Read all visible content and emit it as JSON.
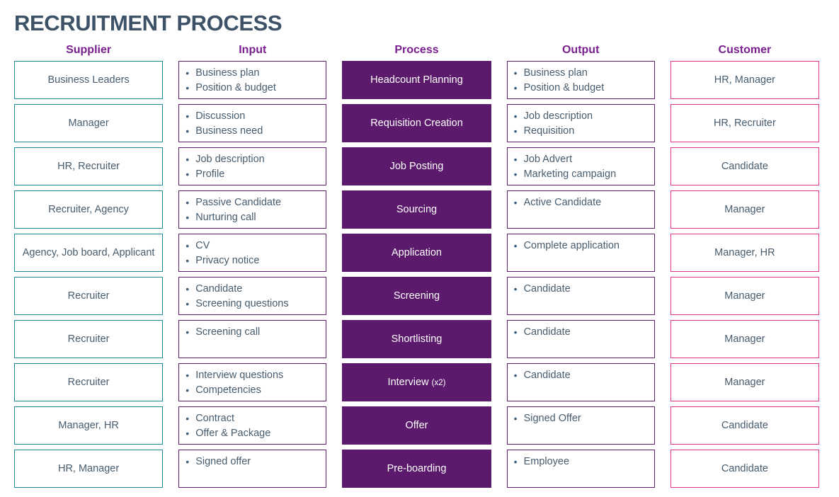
{
  "title": "RECRUITMENT PROCESS",
  "colors": {
    "title": "#3d5266",
    "column_header": "#7a1f8f",
    "supplier_border": "#1b8a96",
    "input_border": "#5f1d6b",
    "process_fill": "#5b1a6b",
    "output_border": "#5f1d6b",
    "customer_border": "#e0348a",
    "body_text": "#475c6e",
    "process_text": "#ffffff",
    "background": "#ffffff"
  },
  "bullet_glyph": "•",
  "columns": {
    "supplier": {
      "header": "Supplier",
      "cells": [
        {
          "text": "Business Leaders"
        },
        {
          "text": "Manager"
        },
        {
          "text": "HR, Recruiter"
        },
        {
          "text": "Recruiter, Agency"
        },
        {
          "text": "Agency, Job board, Applicant"
        },
        {
          "text": "Recruiter"
        },
        {
          "text": "Recruiter"
        },
        {
          "text": "Recruiter"
        },
        {
          "text": "Manager, HR"
        },
        {
          "text": "HR, Manager"
        }
      ]
    },
    "input": {
      "header": "Input",
      "cells": [
        {
          "items": [
            "Business plan",
            "Position & budget"
          ]
        },
        {
          "items": [
            "Discussion",
            "Business need"
          ]
        },
        {
          "items": [
            "Job description",
            "Profile"
          ]
        },
        {
          "items": [
            "Passive Candidate",
            "Nurturing call"
          ]
        },
        {
          "items": [
            "CV",
            "Privacy notice"
          ]
        },
        {
          "items": [
            "Candidate",
            "Screening questions"
          ]
        },
        {
          "items": [
            "Screening call"
          ]
        },
        {
          "items": [
            "Interview questions",
            "Competencies"
          ]
        },
        {
          "items": [
            "Contract",
            "Offer & Package"
          ]
        },
        {
          "items": [
            "Signed offer"
          ]
        }
      ]
    },
    "process": {
      "header": "Process",
      "cells": [
        {
          "text": "Headcount Planning",
          "suffix": ""
        },
        {
          "text": "Requisition Creation",
          "suffix": ""
        },
        {
          "text": "Job Posting",
          "suffix": ""
        },
        {
          "text": "Sourcing",
          "suffix": ""
        },
        {
          "text": "Application",
          "suffix": ""
        },
        {
          "text": "Screening",
          "suffix": ""
        },
        {
          "text": "Shortlisting",
          "suffix": ""
        },
        {
          "text": "Interview ",
          "suffix": "(x2)"
        },
        {
          "text": "Offer",
          "suffix": ""
        },
        {
          "text": "Pre-boarding",
          "suffix": ""
        }
      ]
    },
    "output": {
      "header": "Output",
      "cells": [
        {
          "items": [
            "Business plan",
            "Position & budget"
          ]
        },
        {
          "items": [
            "Job description",
            "Requisition"
          ]
        },
        {
          "items": [
            "Job Advert",
            "Marketing campaign"
          ]
        },
        {
          "items": [
            "Active Candidate"
          ]
        },
        {
          "items": [
            "Complete application"
          ]
        },
        {
          "items": [
            "Candidate"
          ]
        },
        {
          "items": [
            "Candidate"
          ]
        },
        {
          "items": [
            "Candidate"
          ]
        },
        {
          "items": [
            "Signed Offer"
          ]
        },
        {
          "items": [
            "Employee"
          ]
        }
      ]
    },
    "customer": {
      "header": "Customer",
      "cells": [
        {
          "text": "HR, Manager"
        },
        {
          "text": "HR, Recruiter"
        },
        {
          "text": "Candidate"
        },
        {
          "text": "Manager"
        },
        {
          "text": "Manager, HR"
        },
        {
          "text": "Manager"
        },
        {
          "text": "Manager"
        },
        {
          "text": "Manager"
        },
        {
          "text": "Candidate"
        },
        {
          "text": "Candidate"
        }
      ]
    }
  }
}
